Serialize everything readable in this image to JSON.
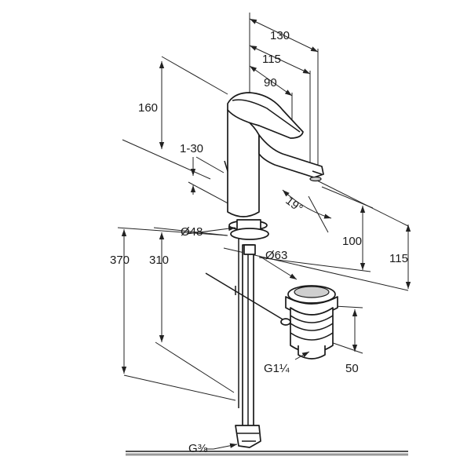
{
  "drawing": {
    "dimensions": {
      "d130": "130",
      "d115_top": "115",
      "d90": "90",
      "d160": "160",
      "d1_30": "1-30",
      "angle19": "19°",
      "d100": "100",
      "d115_right": "115",
      "d48": "Ø48",
      "d63": "Ø63",
      "d370": "370",
      "d310": "310",
      "d50": "50",
      "g114": "G1¼",
      "g38": "G⅜"
    }
  }
}
